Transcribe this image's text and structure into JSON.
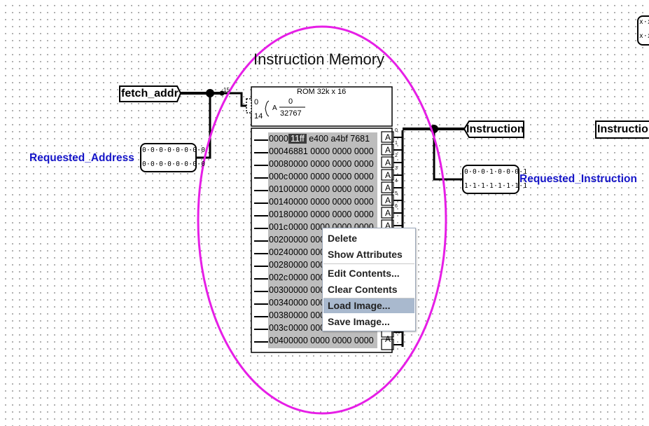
{
  "circuit": {
    "title": "Instruction Memory",
    "pins": {
      "fetch_addr": "fetch_addr",
      "instruction": "Instruction",
      "instruction_far": "Instructio"
    },
    "labels": {
      "requested_address": "Requested_Address",
      "requested_instruction": "Requested_Instruction"
    },
    "probes": {
      "address_line1": "0·0·0·0·0·0·0·0",
      "address_line2": "0·0·0·0·0·0·0·0",
      "instruction_line1": "0·0·0·1·0·0·0·1",
      "instruction_line2": "1·1·1·1·1·1·1·1",
      "corner_line1": "x·x",
      "corner_line2": "x·x"
    },
    "wire_width_label": "15",
    "rom": {
      "title": "ROM 32k x 16",
      "pin0": "0",
      "pin14": "14",
      "range_low": "0",
      "range_high": "32767",
      "a_label": "A",
      "port_label": "A",
      "rows": [
        {
          "addr": "0000",
          "data": "e400  a4bf  7681",
          "first": "11ff"
        },
        {
          "addr": "0004",
          "data": "6881 0000 0000 0000"
        },
        {
          "addr": "0008",
          "data": "0000 0000 0000 0000"
        },
        {
          "addr": "000c",
          "data": "0000 0000 0000 0000"
        },
        {
          "addr": "0010",
          "data": "0000 0000 0000 0000"
        },
        {
          "addr": "0014",
          "data": "0000 0000 0000 0000"
        },
        {
          "addr": "0018",
          "data": "0000 0000 0000 0000"
        },
        {
          "addr": "001c",
          "data": "0000 0000 0000 0000"
        },
        {
          "addr": "0020",
          "data": "0000 0000 0000 0000"
        },
        {
          "addr": "0024",
          "data": "0000 0000 0000 0000"
        },
        {
          "addr": "0028",
          "data": "0000 0000 0000 0000"
        },
        {
          "addr": "002c",
          "data": "0000 0000 0000 0000"
        },
        {
          "addr": "0030",
          "data": "0000 0000 0000 0000"
        },
        {
          "addr": "0034",
          "data": "0000 0000 0000 0000"
        },
        {
          "addr": "0038",
          "data": "0000 0000 0000 0000"
        },
        {
          "addr": "003c",
          "data": "0000 0000 0000 0000"
        },
        {
          "addr": "0040",
          "data": "0000 0000 0000 0000"
        }
      ],
      "bit_indices": [
        "0",
        "1",
        "2",
        "3",
        "4",
        "5",
        "6",
        "15"
      ]
    }
  },
  "context_menu": {
    "items": [
      {
        "label": "Delete"
      },
      {
        "label": "Show Attributes"
      },
      {
        "label": "Edit Contents..."
      },
      {
        "label": "Clear Contents"
      },
      {
        "label": "Load Image...",
        "selected": true
      },
      {
        "label": "Save Image..."
      }
    ]
  },
  "colors": {
    "highlight_ellipse": "#e61ee6",
    "wire": "#000000",
    "label_blue": "#1515c8",
    "menu_selected": "#a9b9ce",
    "memory_bg": "#bdbdbd"
  }
}
